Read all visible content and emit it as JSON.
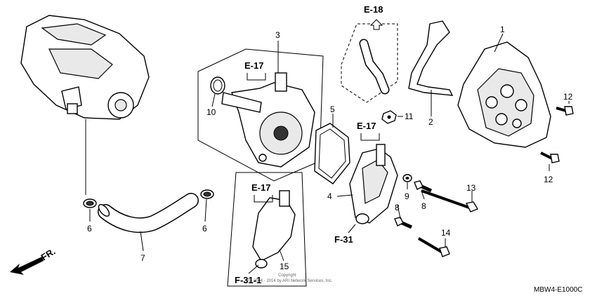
{
  "diagram": {
    "callouts": [
      {
        "id": "1",
        "label": "1"
      },
      {
        "id": "2",
        "label": "2"
      },
      {
        "id": "3",
        "label": "3"
      },
      {
        "id": "4",
        "label": "4"
      },
      {
        "id": "5",
        "label": "5"
      },
      {
        "id": "6a",
        "label": "6"
      },
      {
        "id": "6b",
        "label": "6"
      },
      {
        "id": "7",
        "label": "7"
      },
      {
        "id": "8a",
        "label": "8"
      },
      {
        "id": "8b",
        "label": "8"
      },
      {
        "id": "9",
        "label": "9"
      },
      {
        "id": "10",
        "label": "10"
      },
      {
        "id": "11",
        "label": "11"
      },
      {
        "id": "12a",
        "label": "12"
      },
      {
        "id": "12b",
        "label": "12"
      },
      {
        "id": "13",
        "label": "13"
      },
      {
        "id": "14",
        "label": "14"
      },
      {
        "id": "15",
        "label": "15"
      }
    ],
    "references": [
      {
        "id": "e18",
        "label": "E-18"
      },
      {
        "id": "e17a",
        "label": "E-17"
      },
      {
        "id": "e17b",
        "label": "E-17"
      },
      {
        "id": "e17c",
        "label": "E-17"
      },
      {
        "id": "f31",
        "label": "F-31"
      },
      {
        "id": "f311",
        "label": "F-31-1"
      }
    ],
    "direction_label": "FR.",
    "diagram_code": "MBW4-E1000C",
    "copyright_line1": "Copyright",
    "copyright_line2": "(c) 2004 - 2014 by ARI Network Services, Inc."
  }
}
